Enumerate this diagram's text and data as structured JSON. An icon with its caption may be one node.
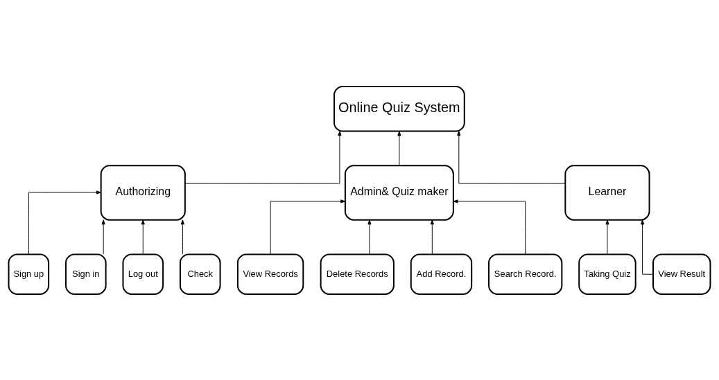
{
  "diagram": {
    "nodes": [
      {
        "text": [
          "Online Quiz System"
        ]
      },
      {
        "text": [
          "Authorizing"
        ]
      },
      {
        "text": [
          "Admin& Quiz maker"
        ]
      },
      {
        "text": [
          "Learner"
        ]
      },
      {
        "text": [
          "Sign up"
        ]
      },
      {
        "text": [
          "Sign in"
        ]
      },
      {
        "text": [
          "Log out"
        ]
      },
      {
        "text": [
          "Check"
        ]
      },
      {
        "text": [
          "View Records"
        ]
      },
      {
        "text": [
          "Delete Records"
        ]
      },
      {
        "text": [
          "Add Record."
        ]
      },
      {
        "text": [
          "Search Record."
        ]
      },
      {
        "text": [
          "Taking Quiz"
        ]
      },
      {
        "text": [
          "View Result"
        ]
      }
    ],
    "edges": [
      {
        "from": 1,
        "to": 0,
        "arrow": "to"
      },
      {
        "from": 2,
        "to": 0,
        "arrow": "to"
      },
      {
        "from": 3,
        "to": 0,
        "arrow": "to"
      },
      {
        "from": 4,
        "to": 1,
        "arrow": "to"
      },
      {
        "from": 5,
        "to": 1,
        "arrow": "to"
      },
      {
        "from": 6,
        "to": 1,
        "arrow": "to"
      },
      {
        "from": 7,
        "to": 1,
        "arrow": "to"
      },
      {
        "from": 8,
        "to": 2,
        "arrow": "to"
      },
      {
        "from": 9,
        "to": 2,
        "arrow": "to"
      },
      {
        "from": 10,
        "to": 2,
        "arrow": "to"
      },
      {
        "from": 11,
        "to": 2,
        "arrow": "to"
      },
      {
        "from": 12,
        "to": 3,
        "arrow": "to"
      },
      {
        "from": 13,
        "to": 3,
        "arrow": "to"
      }
    ]
  }
}
